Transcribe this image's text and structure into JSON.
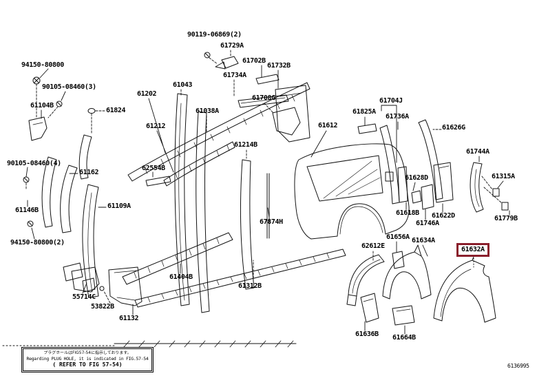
{
  "colors": {
    "highlight_box": "#8a1f2c",
    "line": "#111111",
    "background": "#ffffff"
  },
  "labels": [
    {
      "text": "94150-80800"
    },
    {
      "text": "90105-08460(3)"
    },
    {
      "text": "61104B"
    },
    {
      "text": "61824"
    },
    {
      "text": "61202"
    },
    {
      "text": "61212"
    },
    {
      "text": "61043"
    },
    {
      "text": "90119-06869(2)"
    },
    {
      "text": "61729A"
    },
    {
      "text": "61734A"
    },
    {
      "text": "61702B"
    },
    {
      "text": "61732B"
    },
    {
      "text": "61708G"
    },
    {
      "text": "61038A"
    },
    {
      "text": "61214B"
    },
    {
      "text": "62554B"
    },
    {
      "text": "90105-08460(4)"
    },
    {
      "text": "61162"
    },
    {
      "text": "61109A"
    },
    {
      "text": "61146B"
    },
    {
      "text": "94150-80800(2)"
    },
    {
      "text": "55714C"
    },
    {
      "text": "53822B"
    },
    {
      "text": "61132"
    },
    {
      "text": "61404B"
    },
    {
      "text": "67874H"
    },
    {
      "text": "61312B"
    },
    {
      "text": "61612"
    },
    {
      "text": "61825A"
    },
    {
      "text": "61704J"
    },
    {
      "text": "61736A"
    },
    {
      "text": "61626G"
    },
    {
      "text": "61744A"
    },
    {
      "text": "61315A"
    },
    {
      "text": "61779B"
    },
    {
      "text": "61628D"
    },
    {
      "text": "61618B"
    },
    {
      "text": "61622D"
    },
    {
      "text": "61746A"
    },
    {
      "text": "61656A"
    },
    {
      "text": "61634A"
    },
    {
      "text": "62612E"
    },
    {
      "text": "61636B"
    },
    {
      "text": "61664B"
    }
  ],
  "highlight": {
    "text": "61632A"
  },
  "note_box": {
    "line1_jp": "プラグホールはFIG57-54に指示しております。",
    "line2_en": "Regarding PLUG HOLE, it is indicated in FIG.57-54",
    "line3_ref": "( REFER TO FIG 57-54)"
  },
  "footer_code": "6136995"
}
